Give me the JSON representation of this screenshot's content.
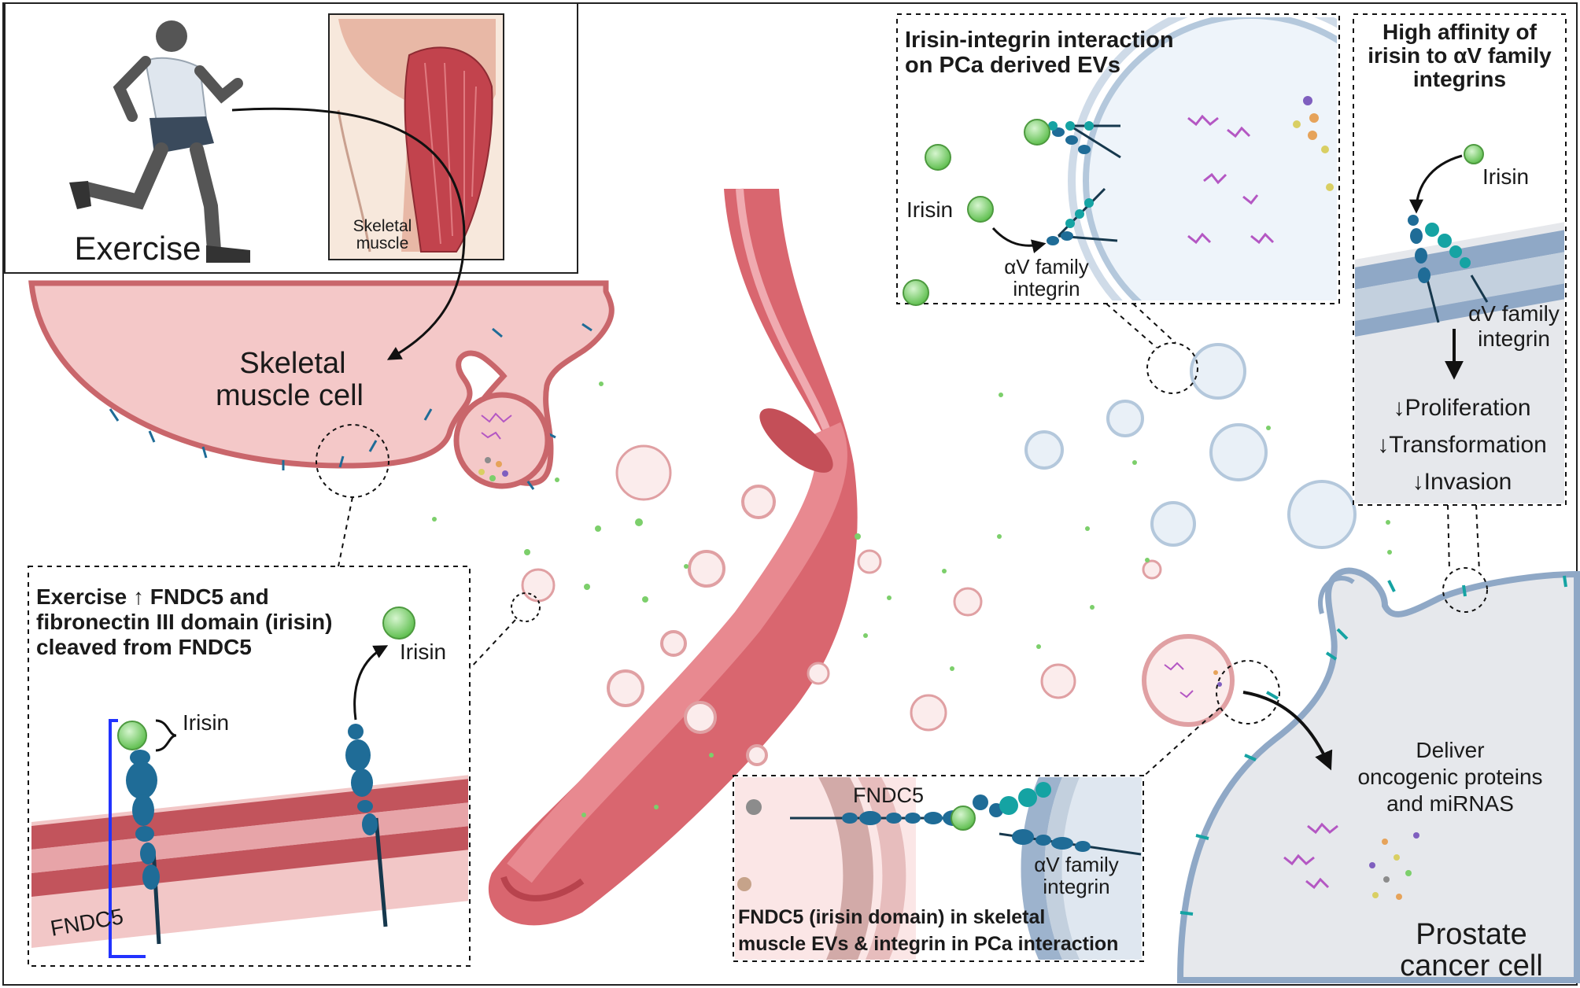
{
  "exercise_panel": {
    "exercise_label": "Exercise",
    "muscle_label_line1": "Skeletal",
    "muscle_label_line2": "muscle"
  },
  "muscle_cell": {
    "label_line1": "Skeletal",
    "label_line2": "muscle cell"
  },
  "fndc5_inset": {
    "title_line1": "Exercise ↑ FNDC5 and",
    "title_line2": "fibronectin III domain (irisin)",
    "title_line3": "cleaved from FNDC5",
    "irisin_label": "Irisin",
    "brace_label": "Irisin",
    "fndc5_label": "FNDC5"
  },
  "integrin_inset": {
    "title_line1": "Irisin-integrin interaction",
    "title_line2": "on PCa derived EVs",
    "irisin_label": "Irisin",
    "integrin_line1": "αV family",
    "integrin_line2": "integrin"
  },
  "affinity_inset": {
    "title_line1": "High affinity of",
    "title_line2": "irisin to αV family",
    "title_line3": "integrins",
    "irisin_label": "Irisin",
    "integrin_line1": "αV family",
    "integrin_line2": "integrin",
    "effect_1": "↓Proliferation",
    "effect_2": "↓Transformation",
    "effect_3": "↓Invasion"
  },
  "ev_inset": {
    "fndc5_label": "FNDC5",
    "integrin_line1": "αV family",
    "integrin_line2": "integrin",
    "caption_line1": "FNDC5 (irisin domain) in skeletal",
    "caption_line2": "muscle EVs & integrin in PCa interaction"
  },
  "cancer_cell": {
    "deliver_line1": "Deliver",
    "deliver_line2": "oncogenic proteins",
    "deliver_line3": "and miRNAS",
    "label_line1": "Prostate",
    "label_line2": "cancer cell"
  },
  "colors": {
    "muscle_fill": "#f2c7c7",
    "muscle_stroke": "#c9666b",
    "vessel": "#d9666f",
    "cancer_fill": "#e6e8ec",
    "cancer_stroke": "#8fa8c6",
    "irisin": "#7ccf6b",
    "fndc5": "#1f6c97",
    "integrin": "#15a3a3",
    "mirna": "#b457c3"
  }
}
